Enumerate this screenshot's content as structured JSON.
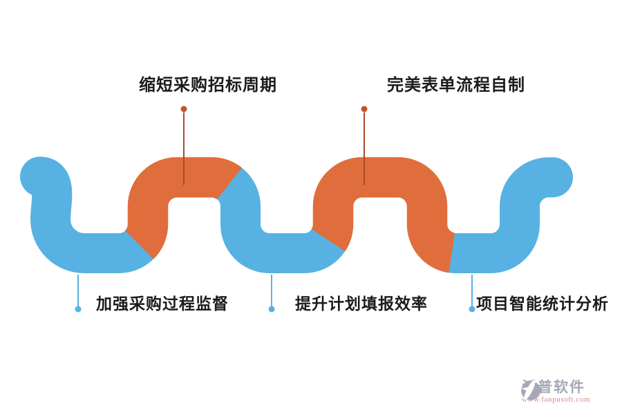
{
  "labels": {
    "top": [
      {
        "text": "缩短采购招标周期"
      },
      {
        "text": "完美表单流程自制"
      }
    ],
    "bottom": [
      {
        "text": "加强采购过程监督"
      },
      {
        "text": "提升计划填报效率"
      },
      {
        "text": "项目智能统计分析"
      }
    ]
  },
  "colors": {
    "wave_blue": "#58b1e3",
    "wave_orange": "#e06e3c",
    "top_pointer_line": "#a84a26",
    "top_pointer_dot": "#bf5529",
    "bottom_pointer": "#58b1e3",
    "label_text": "#1b1b1b",
    "watermark_gray": "#a7a7b8",
    "watermark_url": "#d08b80"
  },
  "watermark": {
    "brand": "泛普软件",
    "url": "www.fanpusoft.com"
  }
}
